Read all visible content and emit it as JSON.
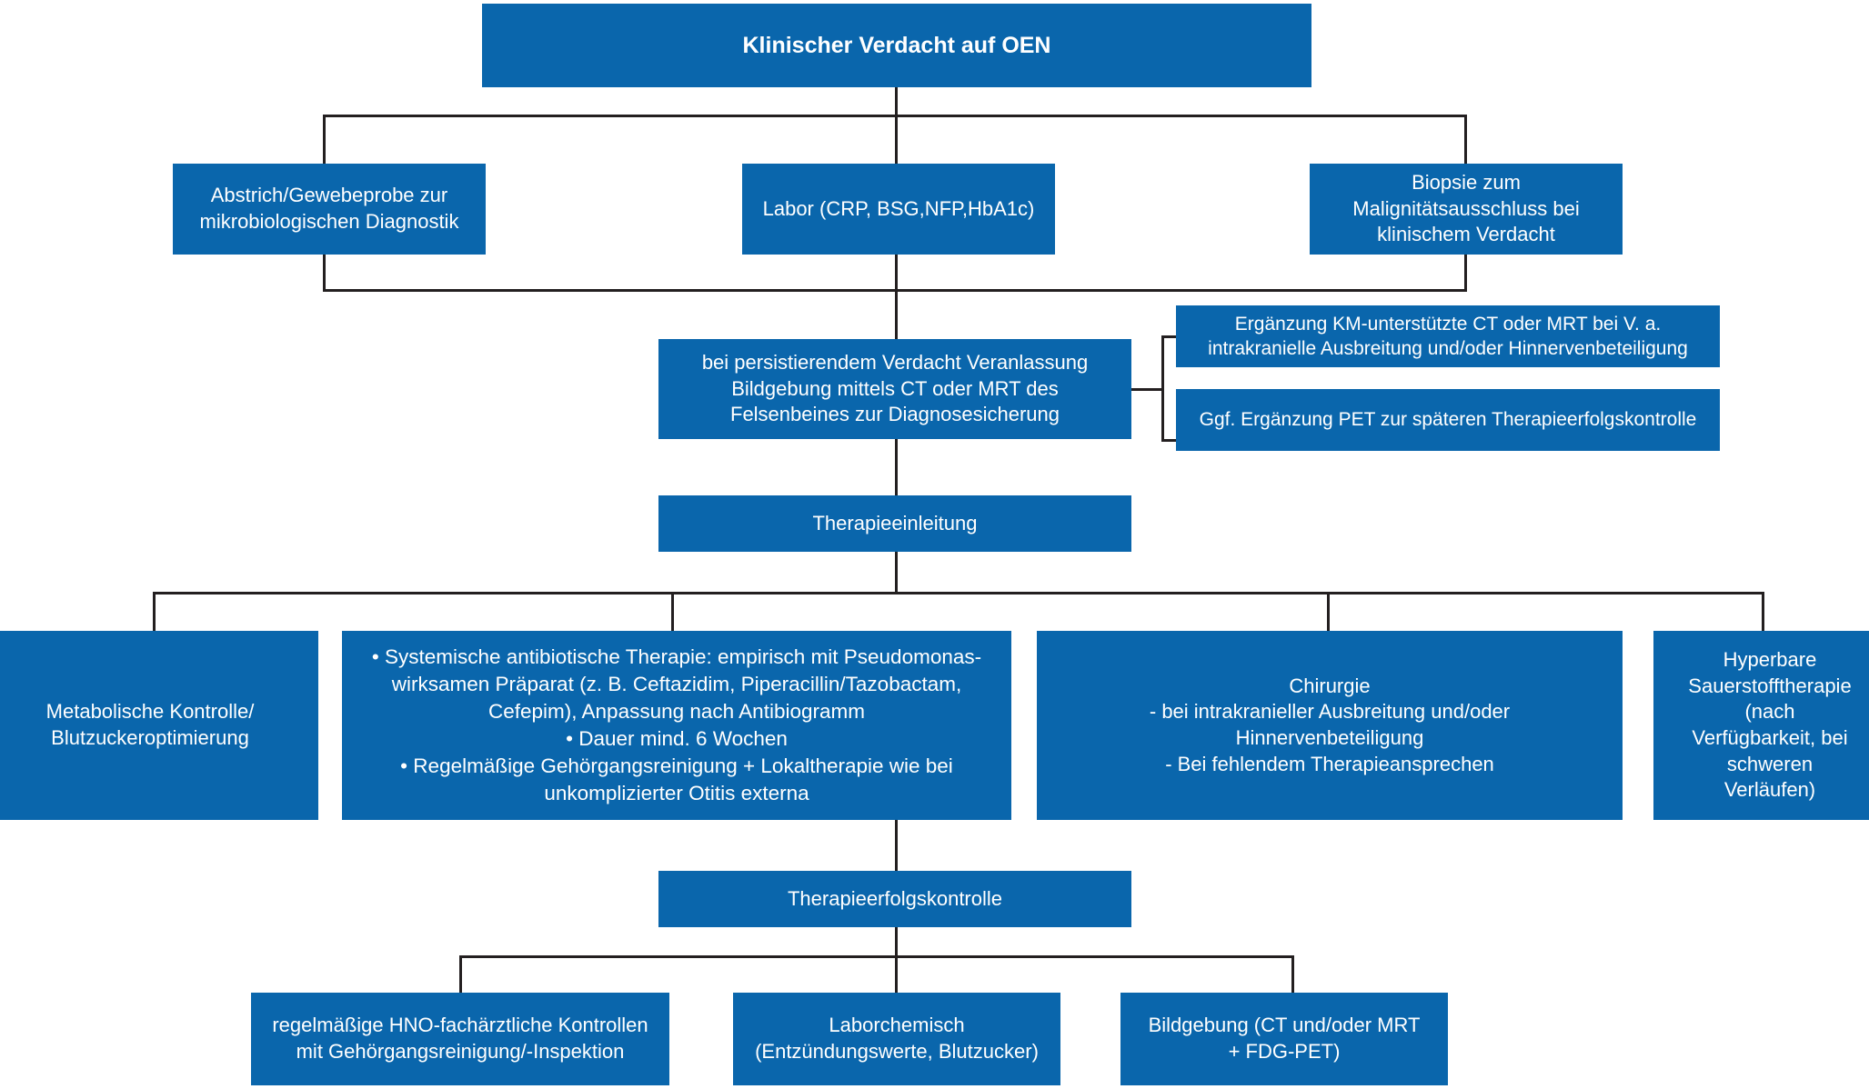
{
  "diagram": {
    "title": "Klinischer Verdacht auf OEN",
    "language": "de",
    "accent_color": "#0a66ac",
    "connector_color": "#231f20",
    "background_color": "#ffffff"
  },
  "nodes": {
    "root": "Klinischer Verdacht auf OEN",
    "diagnostics": {
      "swab": "Abstrich/Gewebeprobe zur\nmikrobiologischen Diagnostik",
      "lab": "Labor (CRP, BSG,NFP,HbA1c)",
      "biopsy": "Biopsie zum\nMalignitätsausschluss bei\nklinischem Verdacht"
    },
    "imaging": {
      "main": "bei persistierendem Verdacht Veranlassung\nBildgebung mittels CT oder MRT des\nFelsenbeines zur Diagnosesicherung",
      "addon_ct_mrt": "Ergänzung KM-unterstützte CT oder MRT bei V. a.\nintrakranielle Ausbreitung und/oder Hinnervenbeteiligung",
      "addon_pet": "Ggf. Ergänzung PET zur späteren Therapieerfolgskontrolle"
    },
    "therapy_start": "Therapieeinleitung",
    "therapy_branches": {
      "metabolic": "Metabolische Kontrolle/\nBlutzuckeroptimierung",
      "antibiotic": "• Systemische antibiotische Therapie: empirisch mit Pseudomonas-\nwirksamen Präparat (z. B. Ceftazidim, Piperacillin/Tazobactam,\nCefepim), Anpassung nach Antibiogramm\n• Dauer mind. 6 Wochen\n• Regelmäßige Gehörgangsreinigung + Lokaltherapie wie bei\nunkomplizierter Otitis externa",
      "surgery": "Chirurgie\n- bei intrakranieller Ausbreitung und/oder\nHinnervenbeteiligung\n- Bei fehlendem Therapieansprechen",
      "hyperbaric": "Hyperbare\nSauerstofftherapie\n(nach\nVerfügbarkeit, bei\nschweren\nVerläufen)"
    },
    "therapy_control": "Therapieerfolgskontrolle",
    "followup": {
      "ent_checks": "regelmäßige HNO-fachärztliche Kontrollen\nmit Gehörgangsreinigung/-Inspektion",
      "lab_chem": "Laborchemisch\n(Entzündungswerte, Blutzucker)",
      "imaging": "Bildgebung (CT und/oder MRT\n+ FDG-PET)"
    }
  }
}
